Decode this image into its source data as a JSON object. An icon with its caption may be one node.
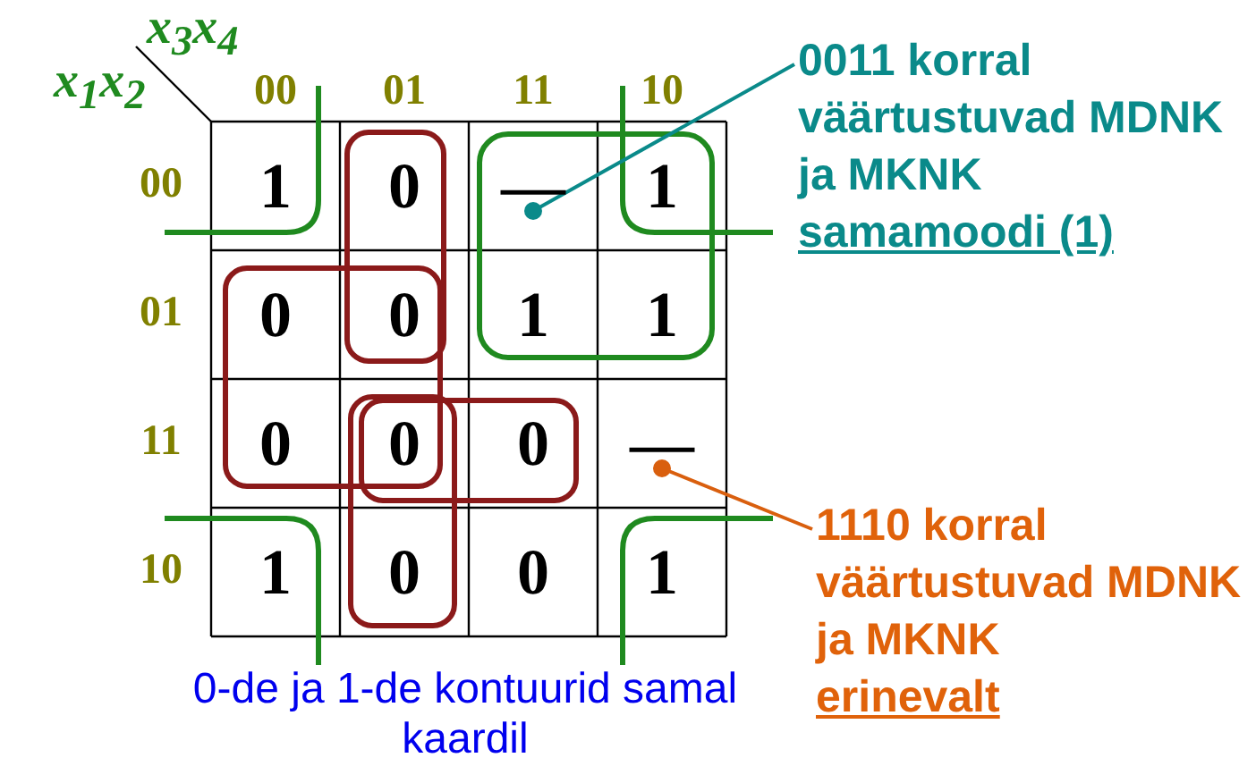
{
  "diagram": {
    "nodes": [
      {
        "text": [
          "0011 korral väärtustuvad MDNK ja MKNK",
          "samamoodi (1)"
        ]
      },
      {
        "text": [
          "—"
        ]
      },
      {
        "text": [
          "1110 korral väärtustuvad MDNK ja MKNK",
          "erinevalt"
        ]
      },
      {
        "text": [
          "—"
        ]
      }
    ],
    "edges": [
      {
        "from": 0,
        "to": 1,
        "arrow": "other"
      },
      {
        "from": 2,
        "to": 3,
        "arrow": "other",
        "color": "#d95f0e"
      }
    ],
    "labels": [
      "x$_{3}$x$_{4}$",
      "x$_{1}$x$_{2}$",
      "00",
      "01",
      "11",
      "10",
      "00",
      "1",
      "0",
      "1",
      "01",
      "0",
      "0",
      "1",
      "1",
      "11",
      "0",
      "0",
      "0",
      "10",
      "1",
      "0",
      "0",
      "1",
      "0-de ja 1-de kontuurid samal kaardil"
    ]
  }
}
